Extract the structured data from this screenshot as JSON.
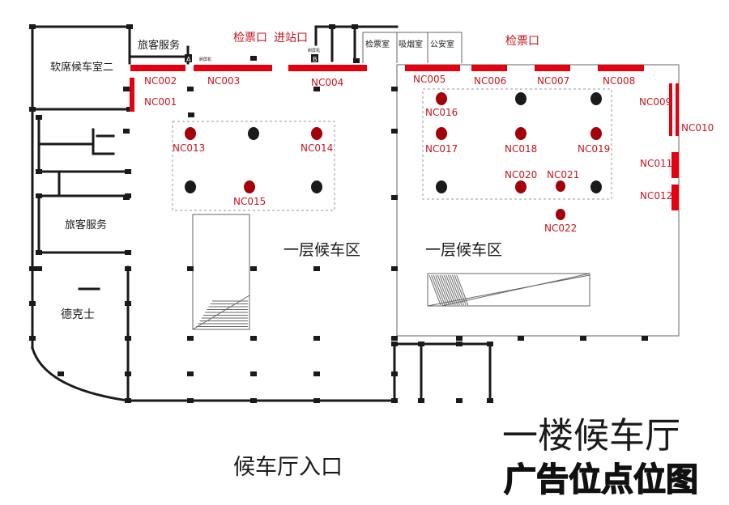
{
  "title": {
    "line1": "一楼候车厅",
    "line2": "广告位点位图"
  },
  "rooms": {
    "soft_waiting": "软席候车室二",
    "passenger_service_top": "旅客服务",
    "passenger_service_left": "旅客服务",
    "dicos": "德克士",
    "ticket_check_room": "检票室",
    "smoking_room": "吸烟室",
    "police_room": "公安室"
  },
  "gates": {
    "ticket_check_left": "检票口",
    "entry": "进站口",
    "ticket_check_right": "检票口"
  },
  "areas": {
    "waiting_left": "一层候车区",
    "waiting_right": "一层候车区"
  },
  "entrance": "候车厅入口",
  "small_labels": {
    "screen_a_letter": "A",
    "screen_a_text": "刷屏机",
    "screen_b_letter": "B",
    "screen_b_text": "刷屏机"
  },
  "ad_points": [
    {
      "id": "NC001",
      "kind": "wall",
      "label": "NC001"
    },
    {
      "id": "NC002",
      "kind": "wall",
      "label": "NC002"
    },
    {
      "id": "NC003",
      "kind": "wall",
      "label": "NC003"
    },
    {
      "id": "NC004",
      "kind": "wall",
      "label": "NC004"
    },
    {
      "id": "NC005",
      "kind": "wall",
      "label": "NC005"
    },
    {
      "id": "NC006",
      "kind": "wall",
      "label": "NC006"
    },
    {
      "id": "NC007",
      "kind": "wall",
      "label": "NC007"
    },
    {
      "id": "NC008",
      "kind": "wall",
      "label": "NC008"
    },
    {
      "id": "NC009",
      "kind": "wall",
      "label": "NC009"
    },
    {
      "id": "NC010",
      "kind": "wall",
      "label": "NC010"
    },
    {
      "id": "NC011",
      "kind": "wall",
      "label": "NC011"
    },
    {
      "id": "NC012",
      "kind": "wall",
      "label": "NC012"
    },
    {
      "id": "NC013",
      "kind": "column",
      "label": "NC013"
    },
    {
      "id": "NC014",
      "kind": "column",
      "label": "NC014"
    },
    {
      "id": "NC015",
      "kind": "column",
      "label": "NC015"
    },
    {
      "id": "NC016",
      "kind": "column",
      "label": "NC016"
    },
    {
      "id": "NC017",
      "kind": "column",
      "label": "NC017"
    },
    {
      "id": "NC018",
      "kind": "column",
      "label": "NC018"
    },
    {
      "id": "NC019",
      "kind": "column",
      "label": "NC019"
    },
    {
      "id": "NC020",
      "kind": "column",
      "label": "NC020"
    },
    {
      "id": "NC021",
      "kind": "column",
      "label": "NC021"
    },
    {
      "id": "NC022",
      "kind": "column",
      "label": "NC022"
    }
  ],
  "colors": {
    "ad_red": "#e3000f",
    "ad_dark_red": "#a3000a",
    "wall": "#1a1a1a",
    "label_red": "#c8161d",
    "column": "#1a1a1a",
    "dashed": "#9a9a9a"
  }
}
